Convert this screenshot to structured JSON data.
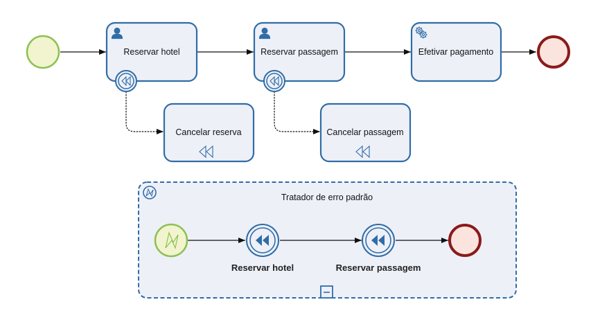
{
  "colors": {
    "task_fill": "#eef0f8",
    "task_stroke": "#2f6da6",
    "start_fill": "#f2f4cf",
    "start_stroke": "#8cc152",
    "end_fill": "#fbe4de",
    "end_stroke": "#8b1a1a",
    "flow": "#111111",
    "subprocess_fill": "#eef0f8",
    "compensation": "#2f6da6"
  },
  "main_flow": {
    "start_event": {
      "type": "start",
      "icon": "none"
    },
    "tasks": [
      {
        "id": "reservar-hotel",
        "label": "Reservar hotel",
        "icon": "user-icon",
        "boundary": "compensation"
      },
      {
        "id": "reservar-passagem",
        "label": "Reservar passagem",
        "icon": "user-icon",
        "boundary": "compensation"
      },
      {
        "id": "efetivar-pagamento",
        "label": "Efetivar pagamento",
        "icon": "gear-icon",
        "boundary": null
      }
    ],
    "end_event": {
      "type": "end"
    }
  },
  "compensation_tasks": [
    {
      "id": "cancelar-reserva",
      "label": "Cancelar reserva",
      "icon": "compensation-icon",
      "attached_to": "reservar-hotel"
    },
    {
      "id": "cancelar-passagem",
      "label": "Cancelar passagem",
      "icon": "compensation-icon",
      "attached_to": "reservar-passagem"
    }
  ],
  "event_subprocess": {
    "title": "Tratador de erro padrão",
    "trigger_icon": "error-icon",
    "collapse_marker": "−",
    "start_event": {
      "type": "error-start"
    },
    "throw_events": [
      {
        "label": "Reservar hotel",
        "icon": "compensation-throw-icon"
      },
      {
        "label": "Reservar passagem",
        "icon": "compensation-throw-icon"
      }
    ],
    "end_event": {
      "type": "end"
    }
  }
}
